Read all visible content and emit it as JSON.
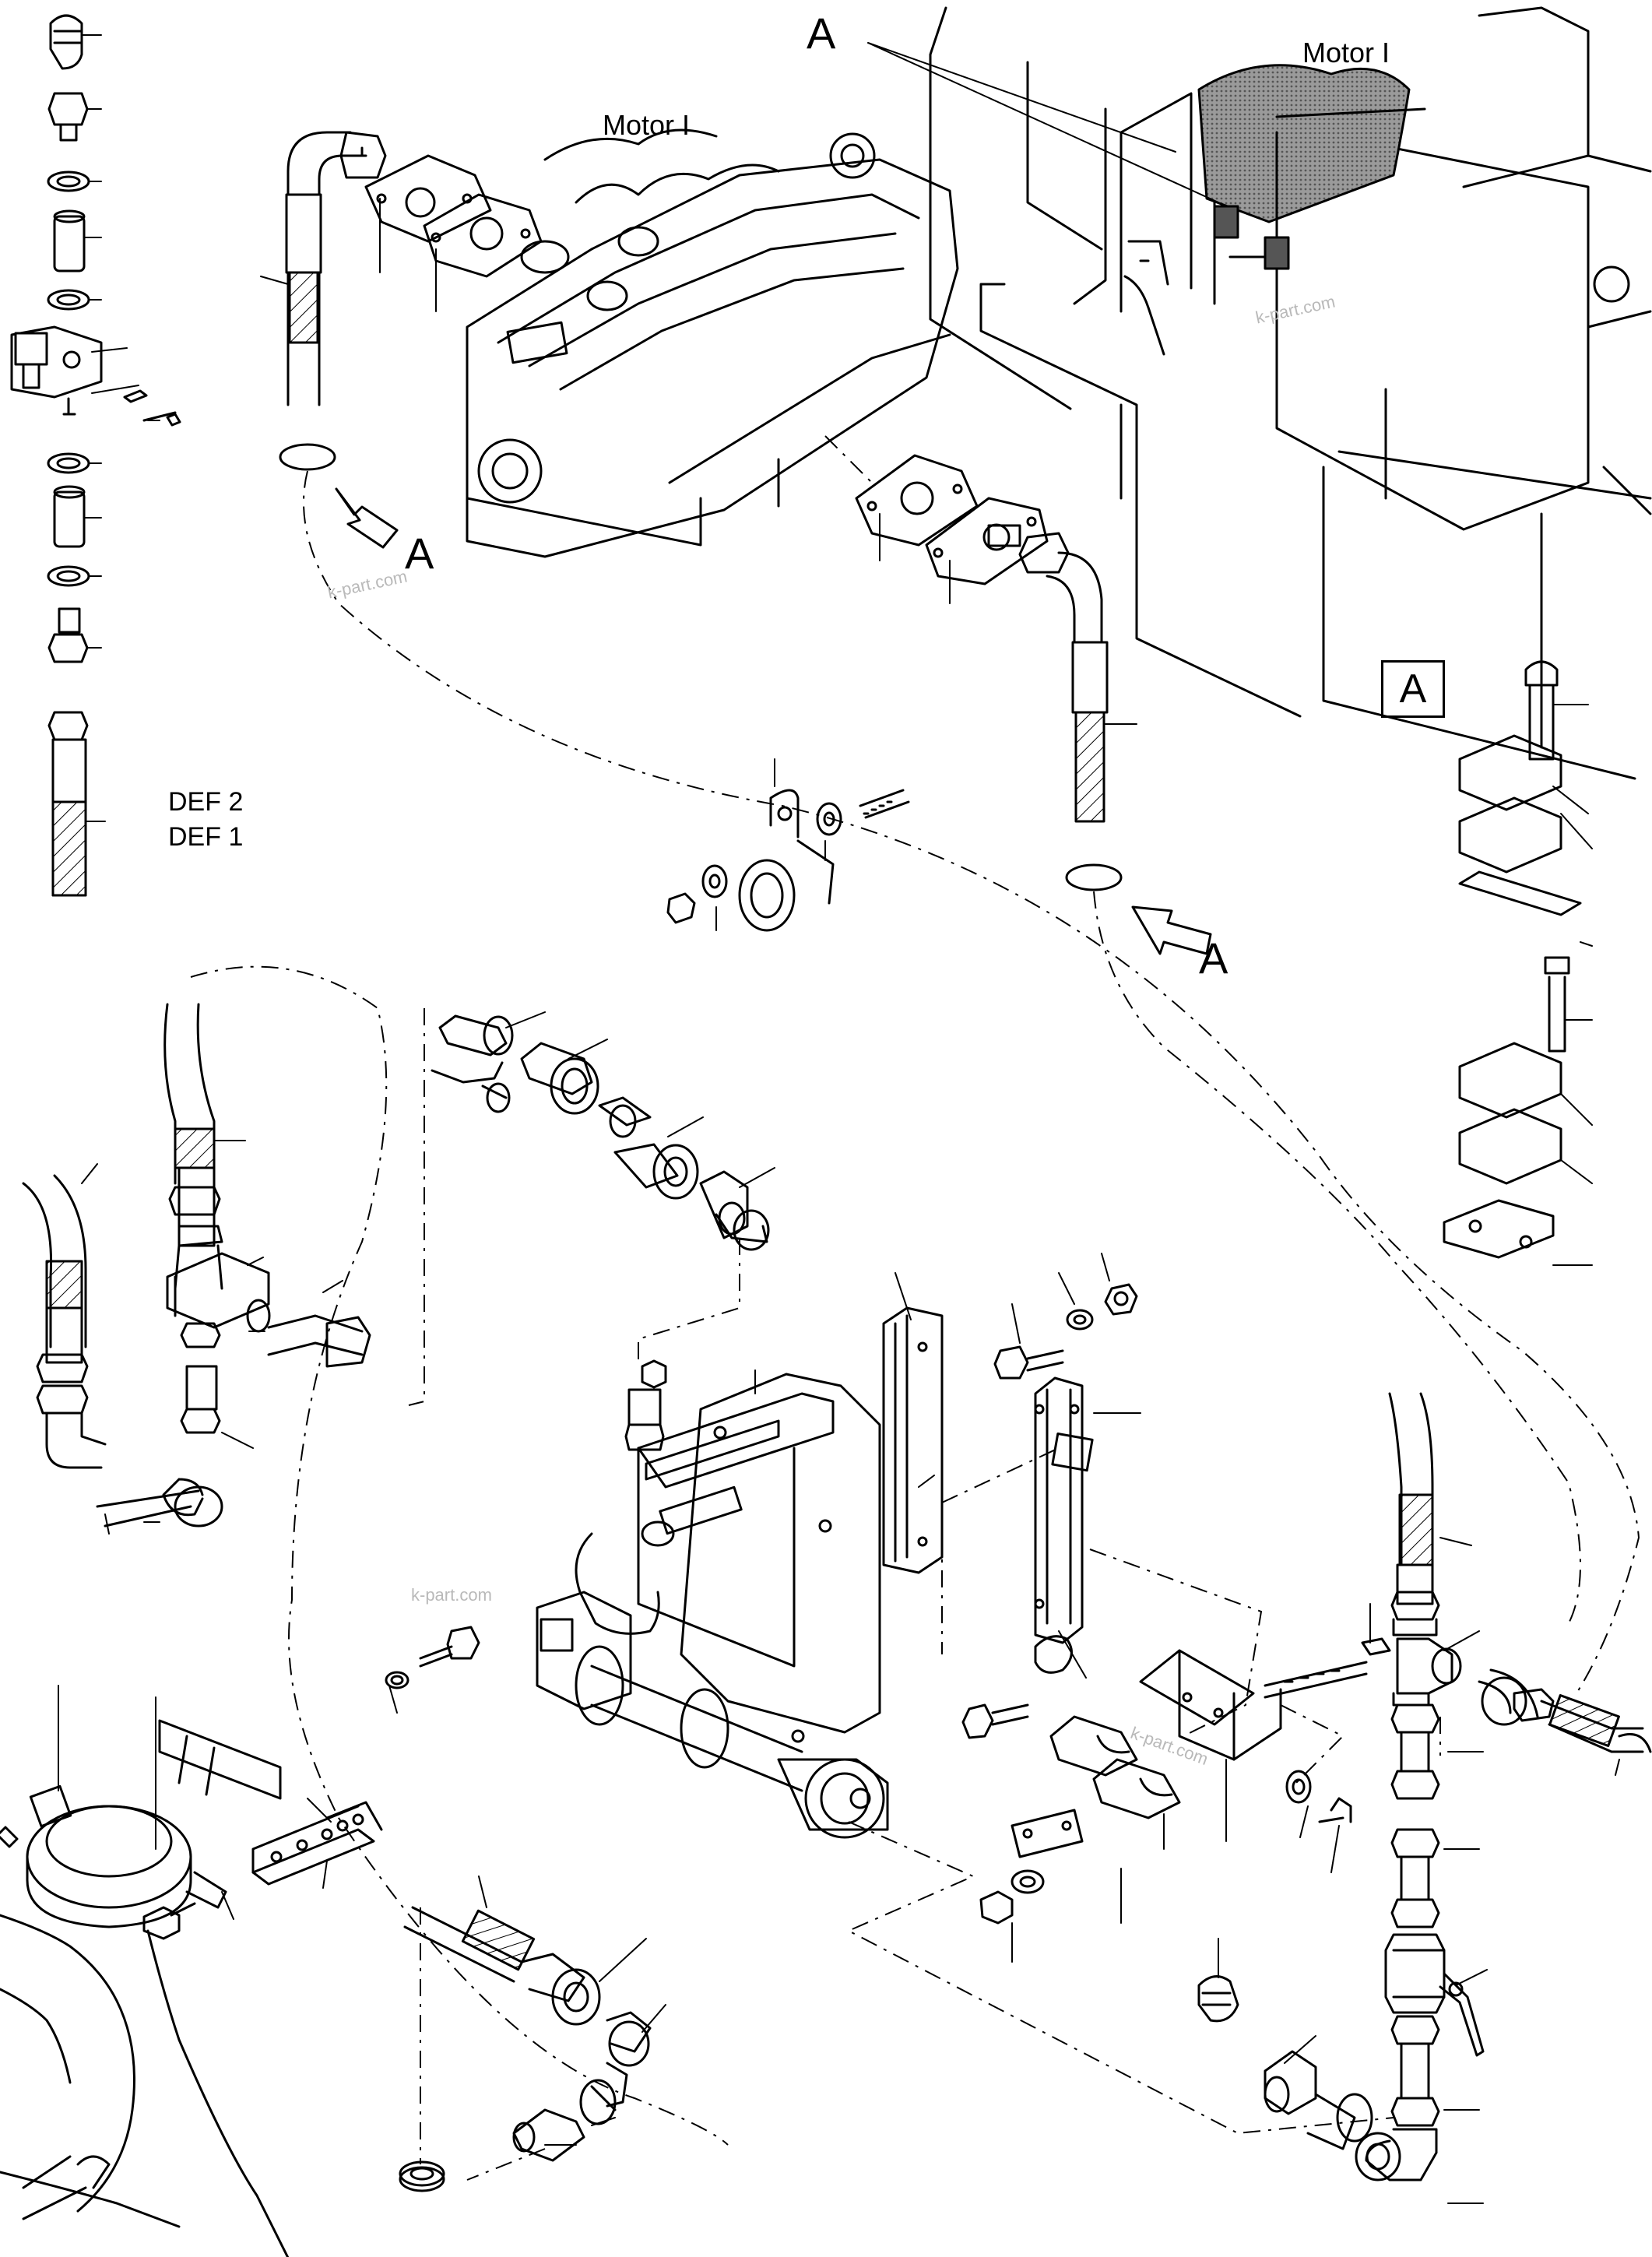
{
  "labels": {
    "motor_top": "Motor I",
    "motor_right": "Motor I",
    "view_a_callout": "A",
    "view_a_arrow_left": "A",
    "view_a_arrow_right": "A",
    "detail_box": "A",
    "def2": "DEF 2",
    "def1": "DEF 1"
  },
  "watermark": "k-part.com",
  "colors": {
    "line": "#000000",
    "shade": "#8a8a8a",
    "background": "#ffffff",
    "watermark": "#b9b9b9"
  }
}
